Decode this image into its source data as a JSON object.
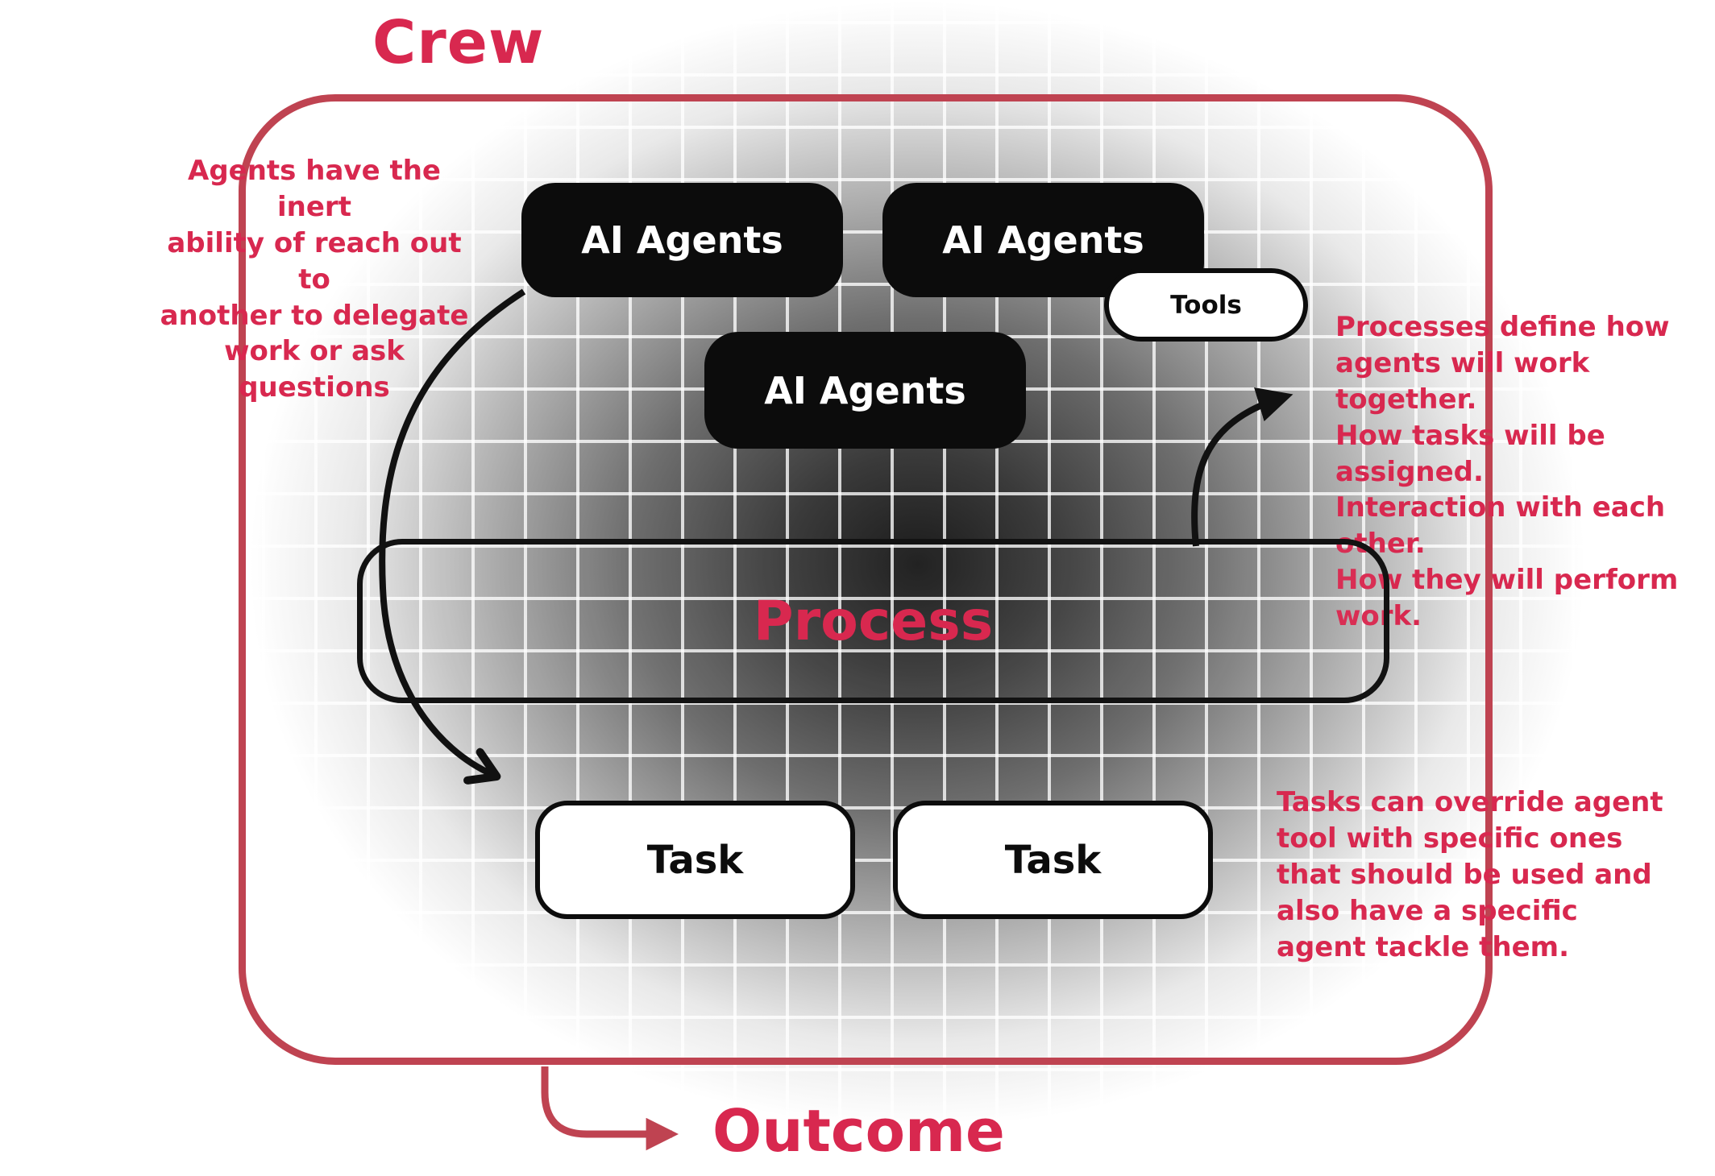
{
  "colors": {
    "accent": "#d8284f",
    "crew_border": "#bf4351",
    "box_black": "#0c0c0c",
    "arrow_black": "#111111"
  },
  "title": "Crew",
  "outcome_label": "Outcome",
  "boxes": {
    "ai_agents_1": "AI Agents",
    "ai_agents_2": "AI Agents",
    "ai_agents_3": "AI Agents",
    "tools": "Tools",
    "process": "Process",
    "task_1": "Task",
    "task_2": "Task"
  },
  "annotations": {
    "left": "Agents have the inert\nability of reach out to\nanother to delegate\nwork or ask questions",
    "right_top": "Processes define how\nagents will work together.\nHow tasks will be assigned.\nInteraction with each other.\nHow they will perform work.",
    "right_bottom": "Tasks can override agent\ntool with specific ones\nthat should be used and\nalso have a specific\nagent tackle them."
  }
}
